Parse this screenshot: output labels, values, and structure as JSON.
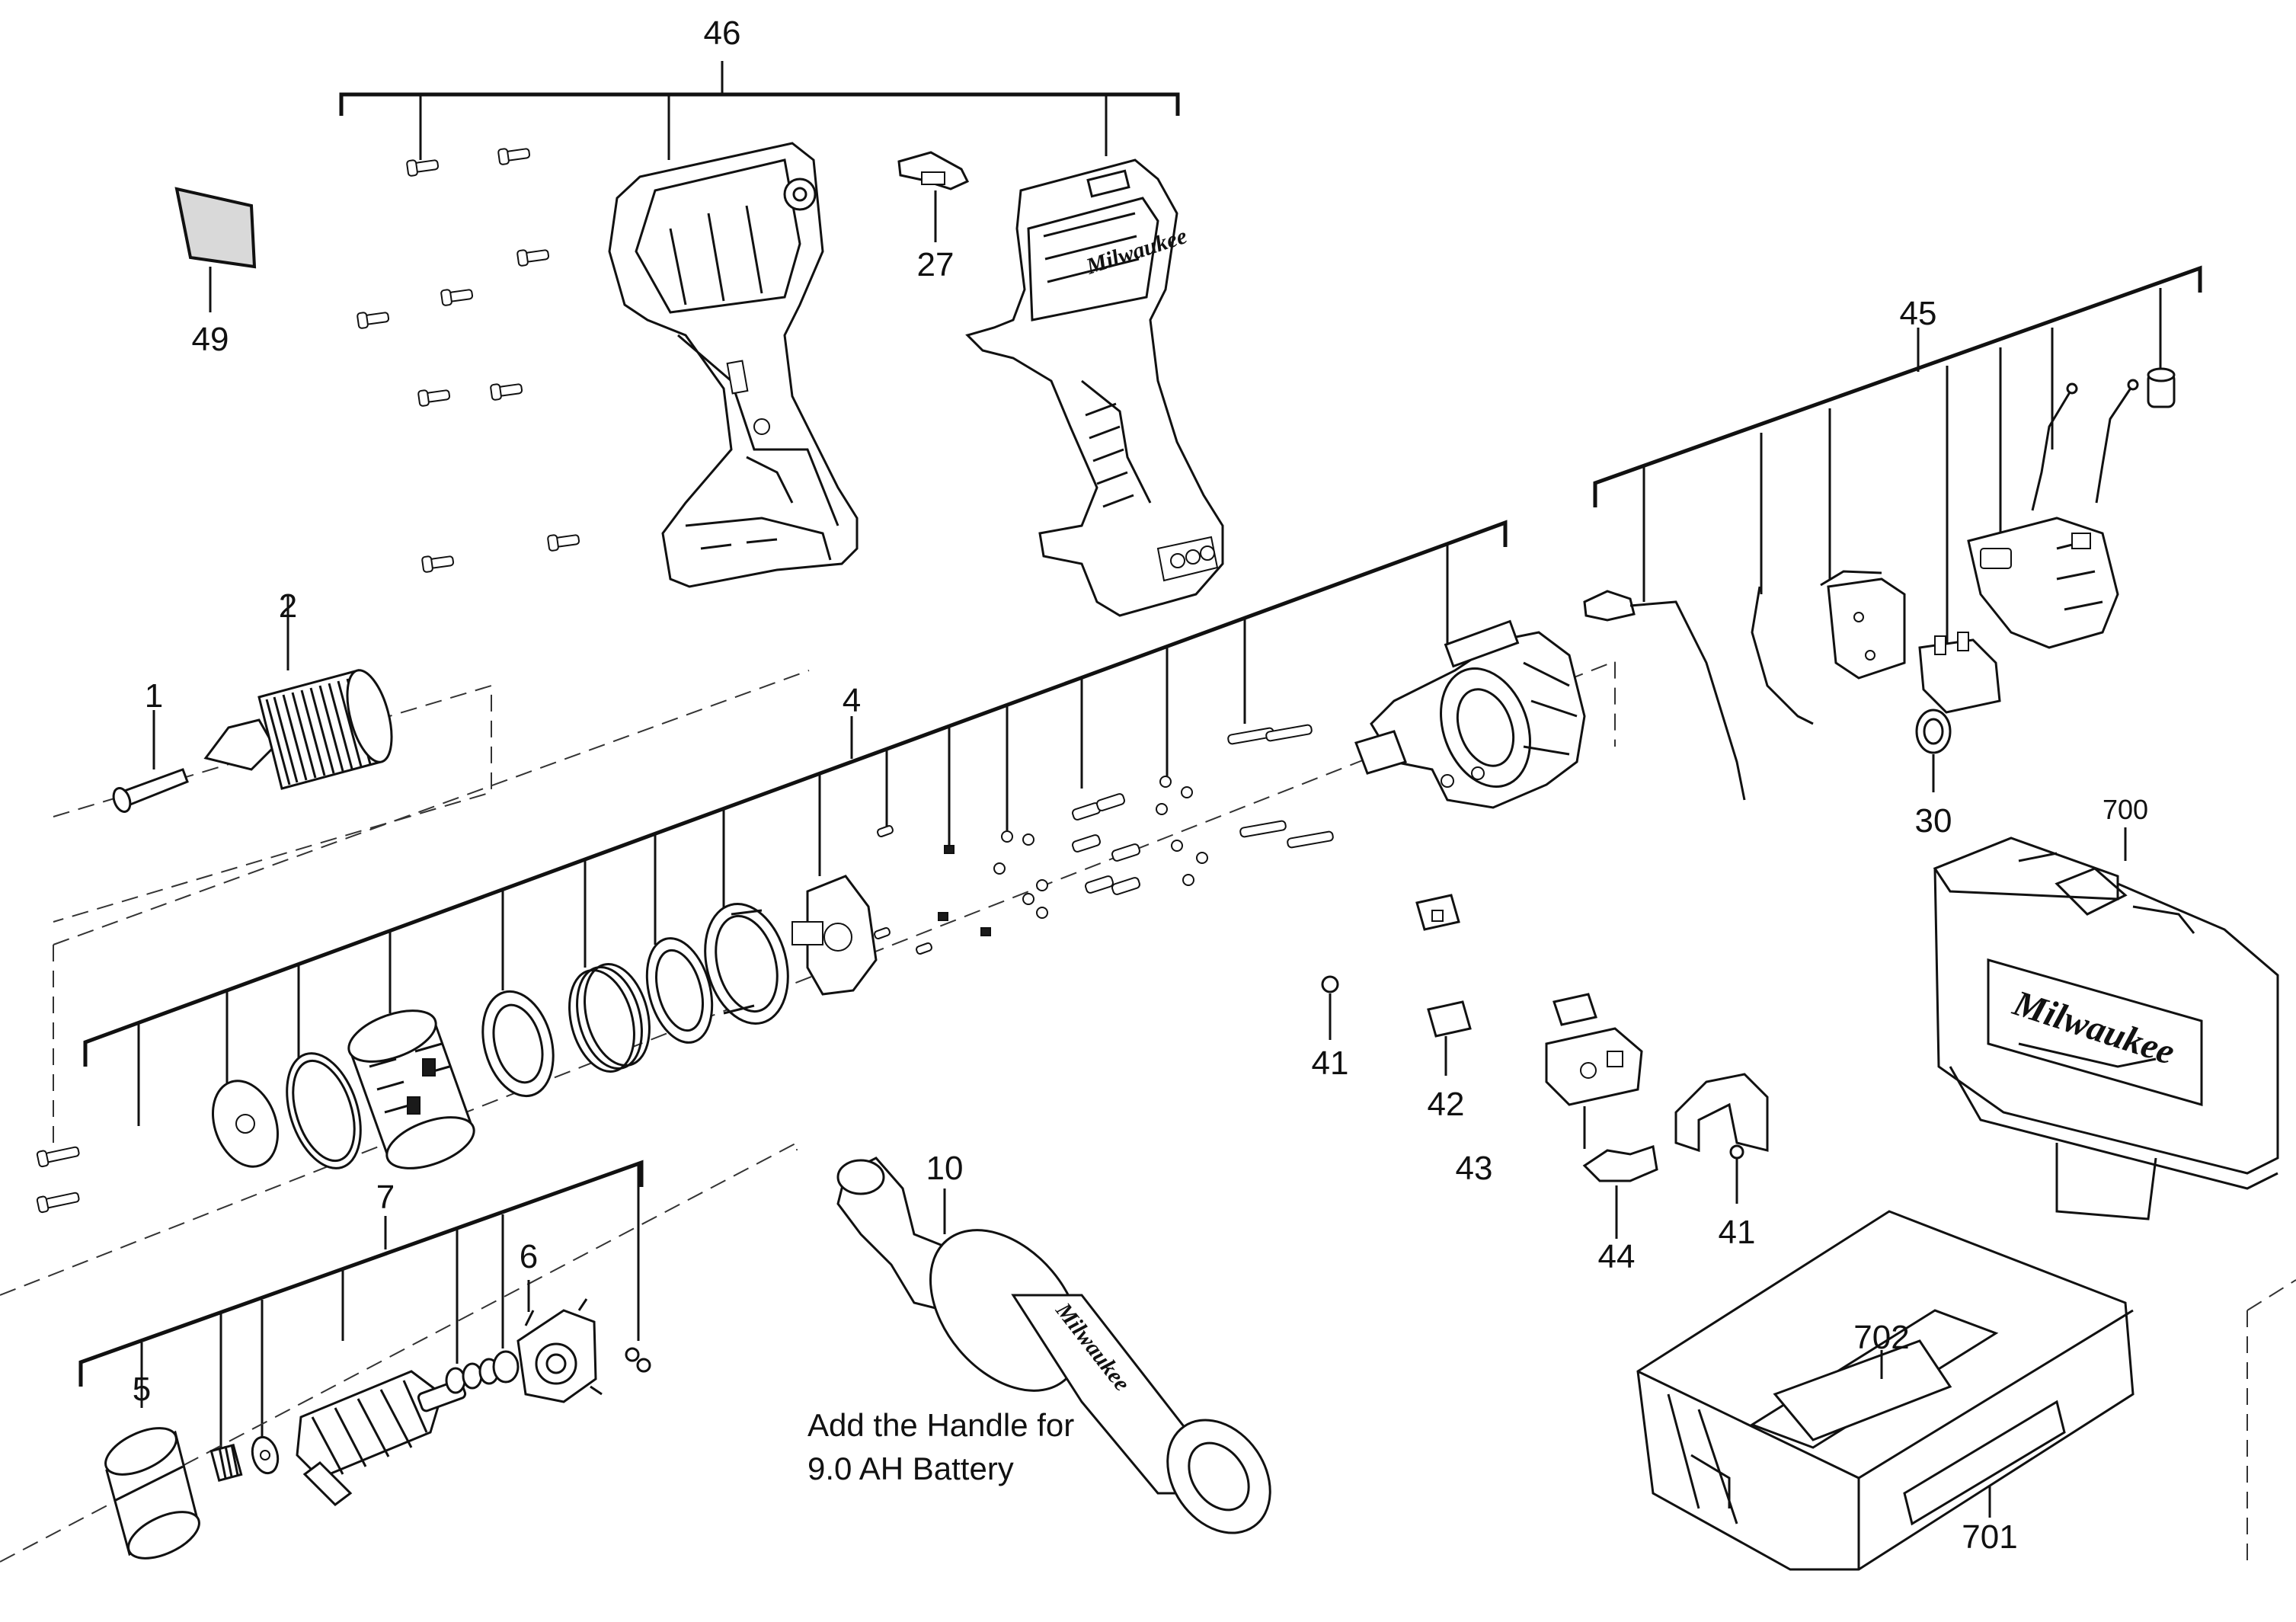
{
  "labels": {
    "p1": "1",
    "p2": "2",
    "p4": "4",
    "p5": "5",
    "p6": "6",
    "p7": "7",
    "p10": "10",
    "p27": "27",
    "p30": "30",
    "p41a": "41",
    "p41b": "41",
    "p42": "42",
    "p43": "43",
    "p44": "44",
    "p45": "45",
    "p46": "46",
    "p49": "49",
    "p700": "700",
    "p701": "701",
    "p702": "702"
  },
  "note": {
    "line1": "Add the Handle for",
    "line2": "9.0 AH Battery"
  },
  "brand": {
    "case_logo": "Milwaukee",
    "housing_logo": "Milwaukee",
    "handle_logo": "Milwaukee"
  },
  "colors": {
    "ink": "#111111",
    "background": "#ffffff",
    "label_patch": "#d9d9d9"
  }
}
